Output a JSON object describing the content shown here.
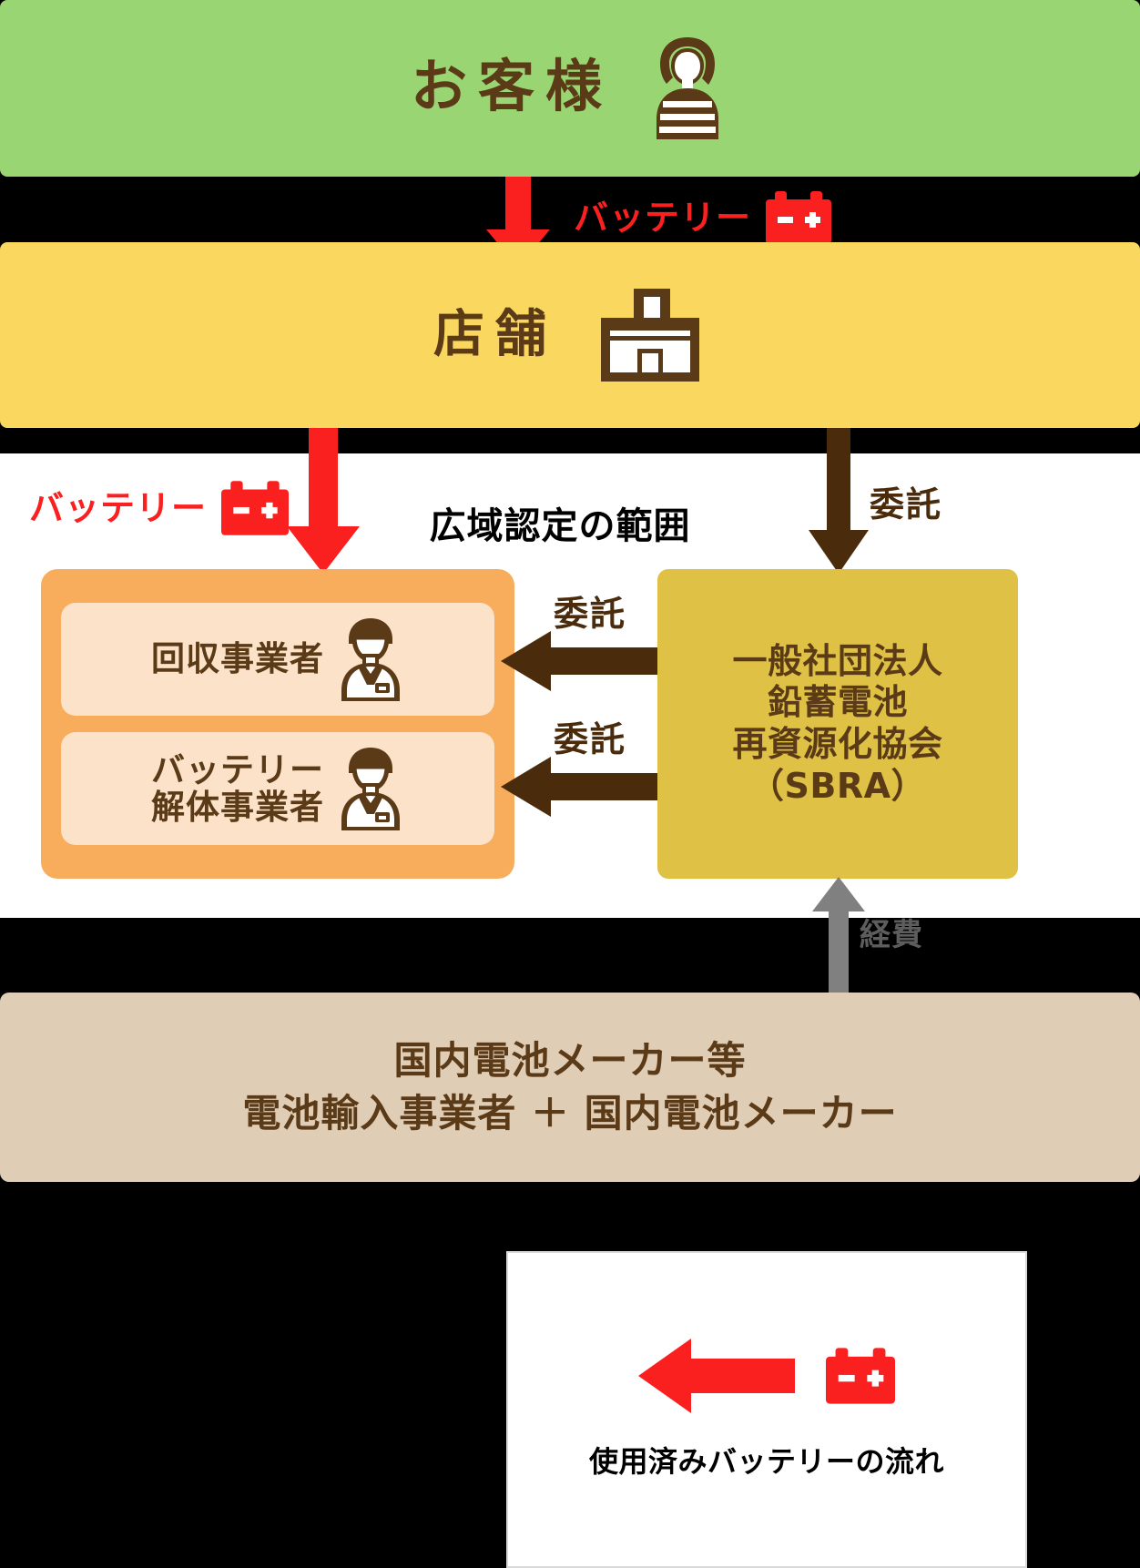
{
  "diagram": {
    "title_scope": "広域認定の範囲",
    "customer": {
      "label": "お客様",
      "icon": "customer-person-icon"
    },
    "store": {
      "label": "店舗",
      "icon": "store-building-icon"
    },
    "operators": {
      "group_name": "広域認定の範囲",
      "cards": [
        {
          "label": "回収事業者",
          "icon": "worker-person-icon"
        },
        {
          "label": "バッテリー\n解体事業者",
          "line1": "バッテリー",
          "line2": "解体事業者",
          "icon": "worker-person-icon"
        }
      ]
    },
    "association": {
      "lines": [
        "一般社団法人",
        "鉛蓄電池",
        "再資源化協会",
        "（SBRA）"
      ],
      "full": "一般社団法人 鉛蓄電池 再資源化協会（SBRA）"
    },
    "makers": {
      "line1": "国内電池メーカー等",
      "line2": "電池輸入事業者 ＋ 国内電池メーカー"
    },
    "arrow_labels": {
      "battery_customer_to_store": "バッテリー",
      "battery_store_to_operators": "バッテリー",
      "itaku_store_to_sbra": "委託",
      "itaku_sbra_to_collector": "委託",
      "itaku_sbra_to_dismantler": "委託",
      "keihi_makers_to_sbra": "経費"
    },
    "legend": {
      "caption": "使用済みバッテリーの流れ",
      "arrow_icon": "left-arrow-icon",
      "battery_icon": "battery-icon"
    },
    "colors": {
      "customer_band": "#9ad573",
      "store_band": "#fad75f",
      "operator_group": "#f8ad5c",
      "operator_card": "#fbe2c8",
      "sbra_box": "#dec145",
      "maker_box": "#e0cdb6",
      "battery_red": "#fb2020",
      "brown": "#4a2c0d",
      "text_brown": "#5b3a17",
      "gray": "#808080",
      "background": "#000000"
    }
  }
}
